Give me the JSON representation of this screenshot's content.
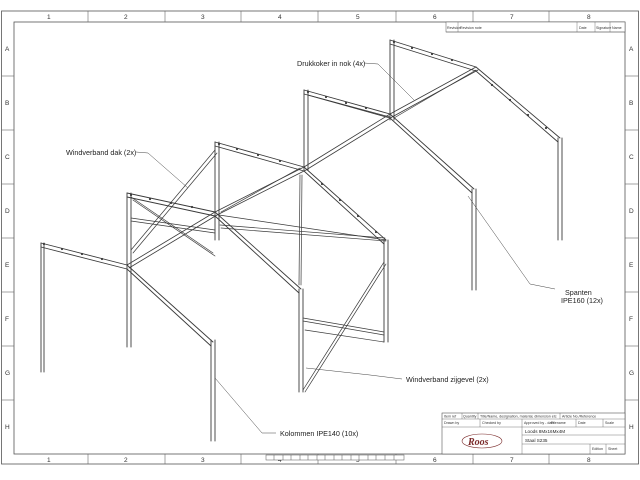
{
  "border": {
    "columns": [
      "1",
      "2",
      "3",
      "4",
      "5",
      "6",
      "7",
      "8"
    ],
    "rows": [
      "A",
      "B",
      "C",
      "D",
      "E",
      "F",
      "G",
      "H"
    ]
  },
  "revision_header": {
    "col1": "Revision",
    "col2": "Revision note",
    "col3": "Date",
    "col4": "Signature",
    "col5": "Name"
  },
  "labels": {
    "drukkoker": "Drukkoker in nok (4x)",
    "windverband_dak": "Windverband dak (2x)",
    "spanten_line1": "Spanten",
    "spanten_line2": "IPE160 (12x)",
    "windverband_zijgevel": "Windverband zijgevel (2x)",
    "kolommen": "Kolommen IPE140 (10x)"
  },
  "title_block": {
    "item_head": "Item ref",
    "quantity_head": "Quantity",
    "description_head": "Title/Name, designation, material, dimension etc",
    "article_head": "Article No./Reference",
    "drawn_by": "Drawn by",
    "checked_by": "Checked by",
    "approved_by": "Approved by - date",
    "filename": "Filename",
    "date": "Date",
    "scale": "Scale",
    "title": "Loods 8Mx16Mx4M",
    "material": "Staal S235",
    "edition": "Edition",
    "sheet": "Sheet",
    "logo": "Roos"
  }
}
